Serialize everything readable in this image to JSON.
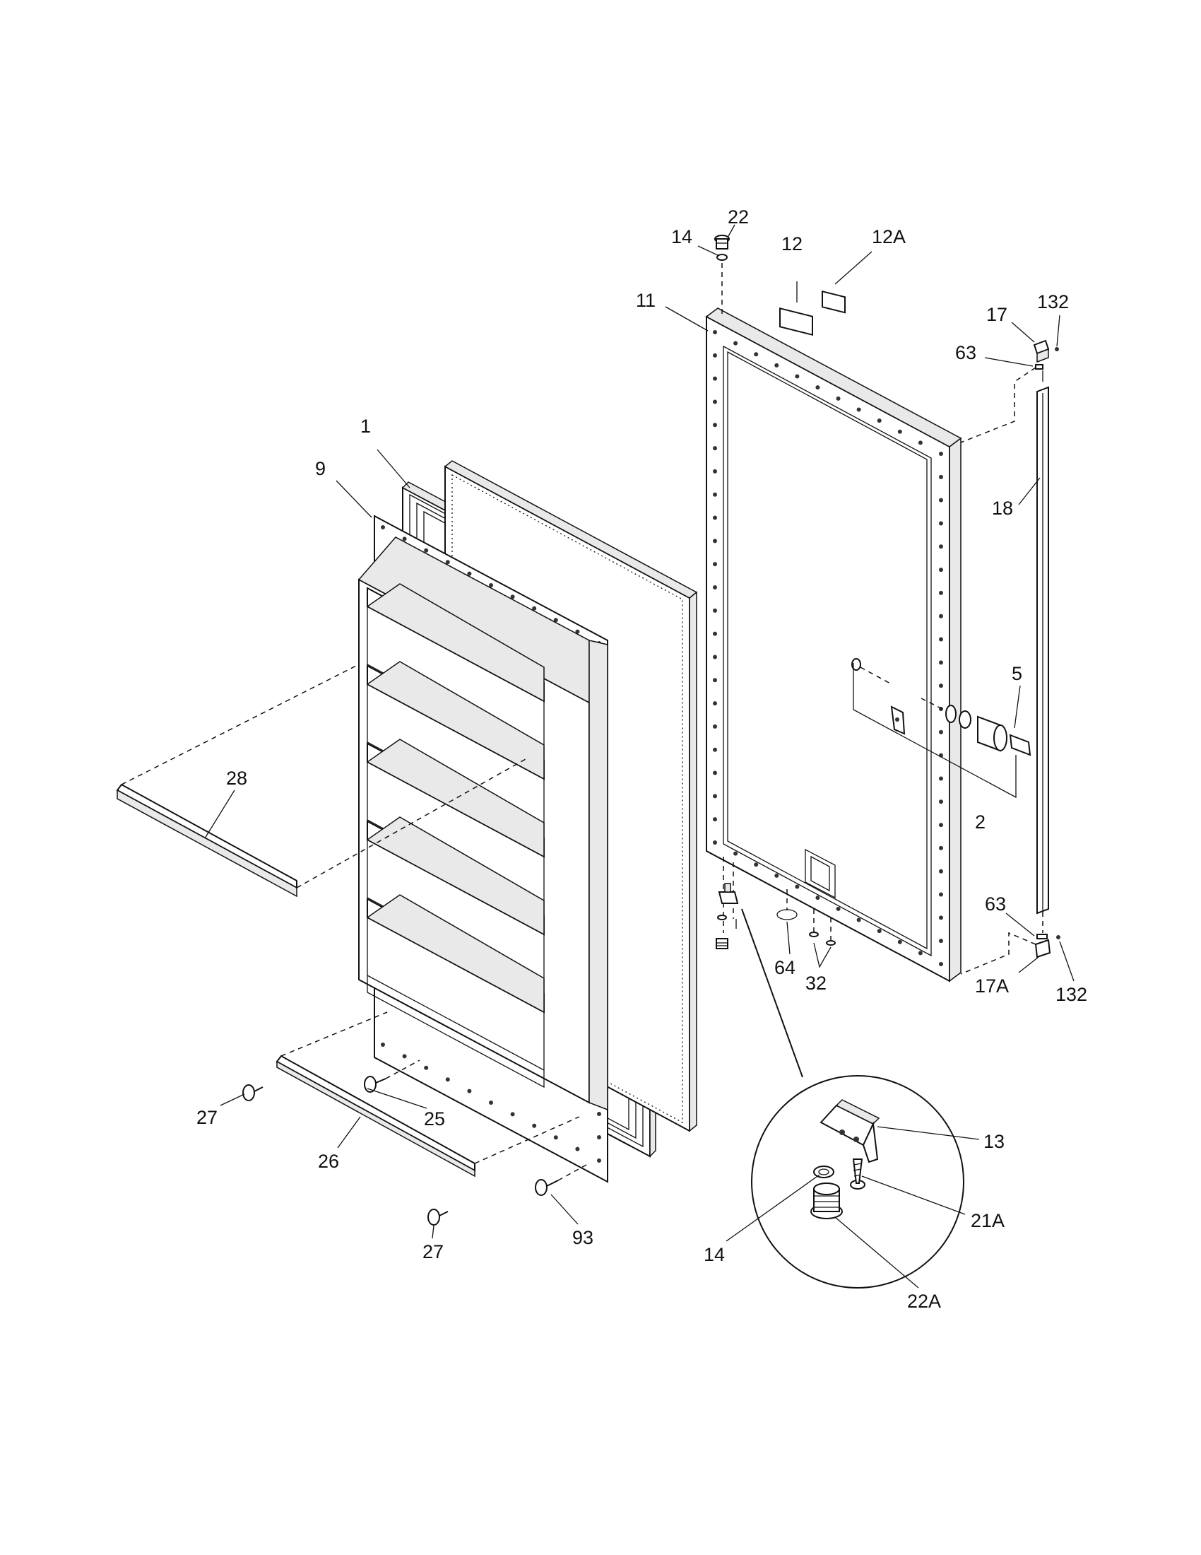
{
  "labels": {
    "l1": "1",
    "l2": "2",
    "l5": "5",
    "l9": "9",
    "l11": "11",
    "l12": "12",
    "l12A": "12A",
    "l13": "13",
    "l14_top": "14",
    "l14_detail": "14",
    "l17": "17",
    "l17A": "17A",
    "l18": "18",
    "l21A": "21A",
    "l22_top": "22",
    "l22A": "22A",
    "l25": "25",
    "l26": "26",
    "l27_upper": "27",
    "l27_lower": "27",
    "l28": "28",
    "l32": "32",
    "l63_top": "63",
    "l63_bottom": "63",
    "l64": "64",
    "l93": "93",
    "l132_top": "132",
    "l132_bottom": "132"
  }
}
